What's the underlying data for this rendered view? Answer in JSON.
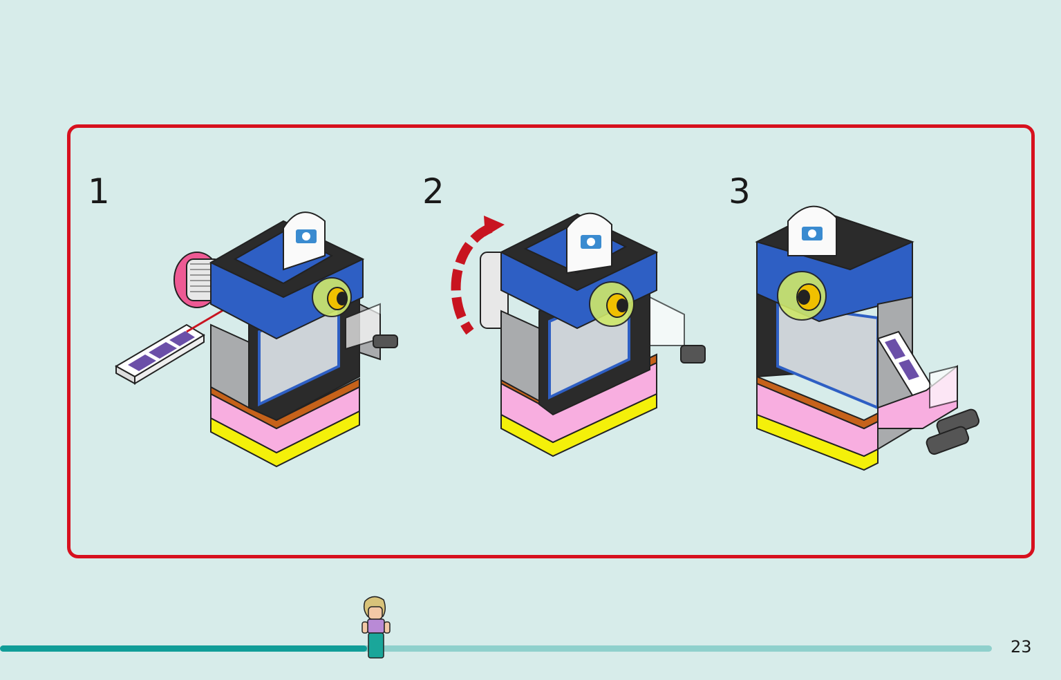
{
  "steps": [
    {
      "number": "1"
    },
    {
      "number": "2"
    },
    {
      "number": "3"
    }
  ],
  "progress": {
    "fraction": 0.37
  },
  "footer": {
    "page_number": "23"
  },
  "colors": {
    "background": "#d7ecea",
    "frame_border": "#d7101e",
    "progress_fill": "#109d98",
    "progress_track": "#8fd0cc",
    "brick_blue": "#2e5fc4",
    "brick_pink": "#f8aee0",
    "brick_yellow": "#f4f00a",
    "brick_orange": "#c6621a",
    "brick_grey": "#a9abad",
    "brick_black": "#2b2b2b"
  }
}
